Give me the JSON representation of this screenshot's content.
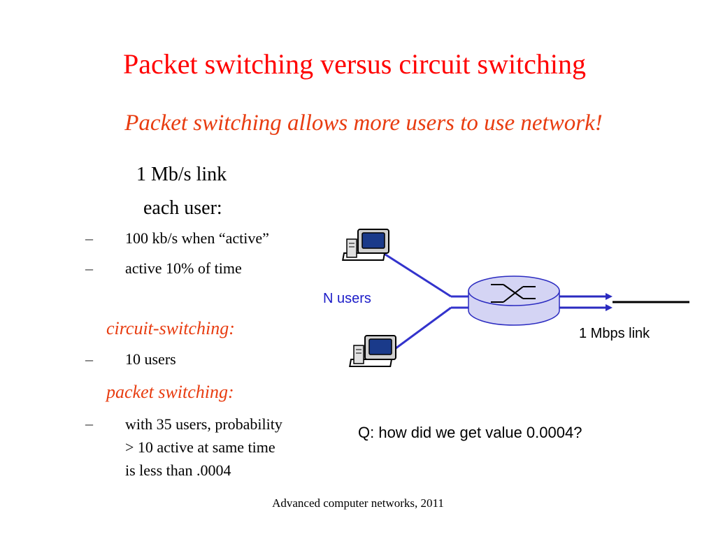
{
  "slide": {
    "title": "Packet switching versus circuit switching",
    "subtitle": "Packet switching allows more users to use network!",
    "link_line": "1 Mb/s link",
    "each_user": "each user:",
    "bullets": [
      {
        "dash": "–",
        "text": "100 kb/s when “active”"
      },
      {
        "dash": "–",
        "text": "active 10% of time"
      },
      {
        "dash": "–",
        "text": "10 users"
      },
      {
        "dash": "–",
        "text": "with 35 users, probability\n> 10 active at same time\nis less than .0004"
      }
    ],
    "circuit_heading": "circuit-switching:",
    "packet_heading": "packet switching:",
    "footer": "Advanced computer networks, 2011"
  },
  "diagram": {
    "n_users_label": "N users",
    "link_label": "1 Mbps link",
    "question": "Q: how did we get value 0.0004?"
  },
  "colors": {
    "title": "#ff0000",
    "section": "#e83c10",
    "link_line": "#2a2ac0",
    "router_fill": "#d4d4f4"
  }
}
